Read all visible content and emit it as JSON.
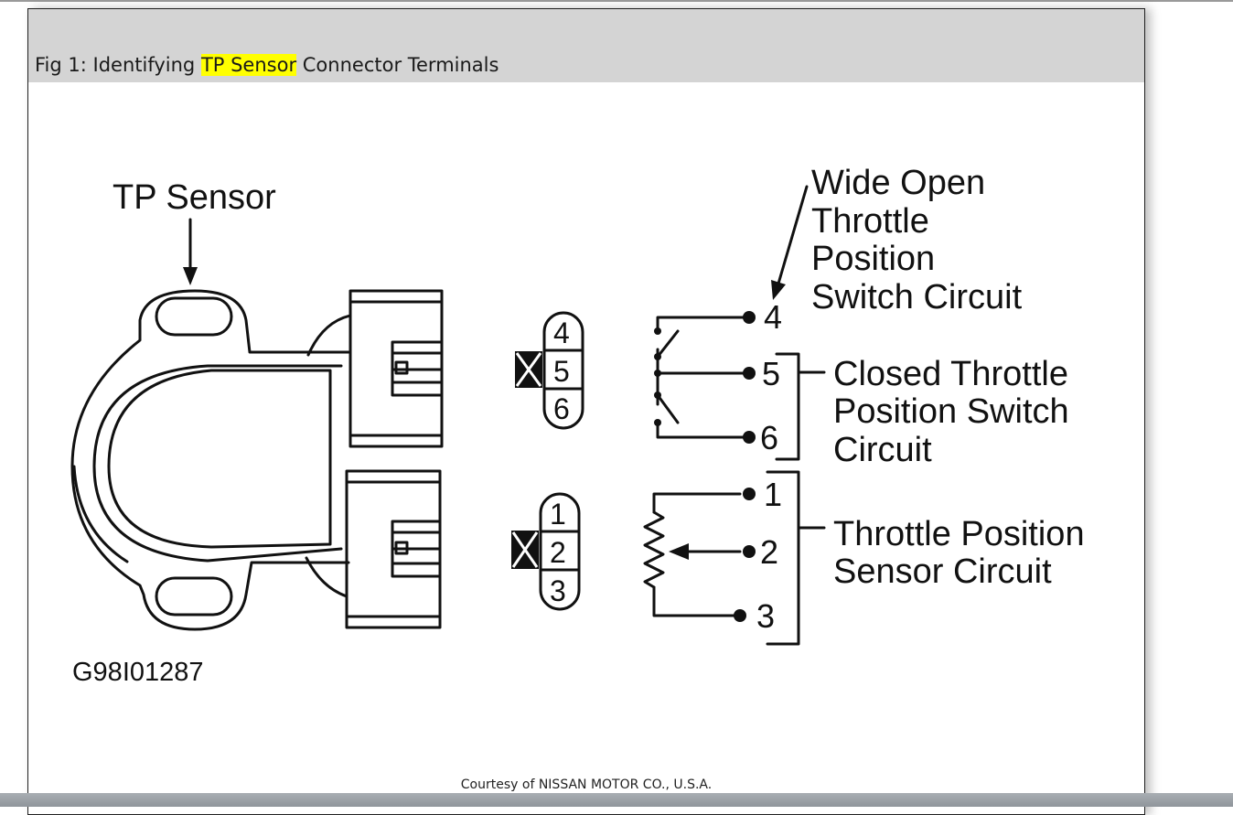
{
  "caption": {
    "prefix": "Fig 1: Identifying ",
    "highlight": "TP Sensor",
    "suffix": " Connector Terminals"
  },
  "diagram": {
    "sensor_label": "TP Sensor",
    "figure_code": "G98I01287",
    "upper_connector_pins": [
      "4",
      "5",
      "6"
    ],
    "lower_connector_pins": [
      "1",
      "2",
      "3"
    ],
    "switch_terminals": [
      "4",
      "5",
      "6"
    ],
    "sensor_terminals": [
      "1",
      "2",
      "3"
    ],
    "wot_label": [
      "Wide Open",
      "Throttle",
      "Position",
      "Switch Circuit"
    ],
    "closed_label": [
      "Closed Throttle",
      "Position Switch",
      "Circuit"
    ],
    "tps_label": [
      "Throttle Position",
      "Sensor Circuit"
    ]
  },
  "credit": "Courtesy of NISSAN MOTOR CO., U.S.A."
}
